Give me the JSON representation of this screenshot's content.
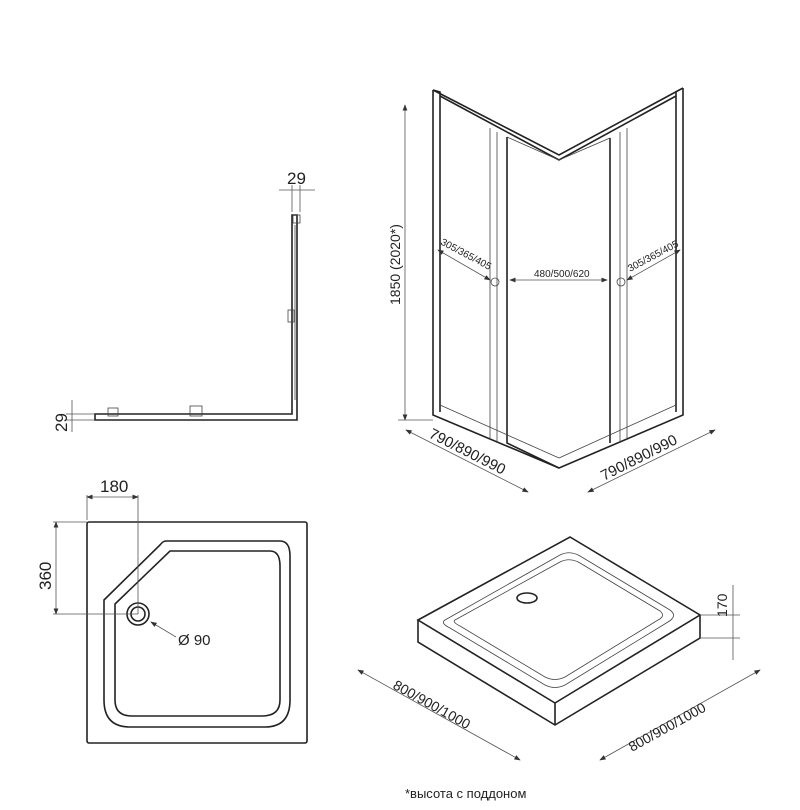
{
  "side_view": {
    "top_dim": "29",
    "left_dim": "29"
  },
  "enclosure": {
    "height_dim": "1850 (2020*)",
    "left_door_dim": "305/365/405",
    "center_opening_dim": "480/500/620",
    "right_door_dim": "305/365/405",
    "left_width_dim": "790/890/990",
    "right_width_dim": "790/890/990"
  },
  "tray_top": {
    "drain_x_dim": "180",
    "drain_y_dim": "360",
    "drain_diameter": "Ø 90"
  },
  "tray_iso": {
    "height_dim": "170",
    "left_width_dim": "800/900/1000",
    "right_width_dim": "800/900/1000"
  },
  "footnote": "*высота с поддоном"
}
